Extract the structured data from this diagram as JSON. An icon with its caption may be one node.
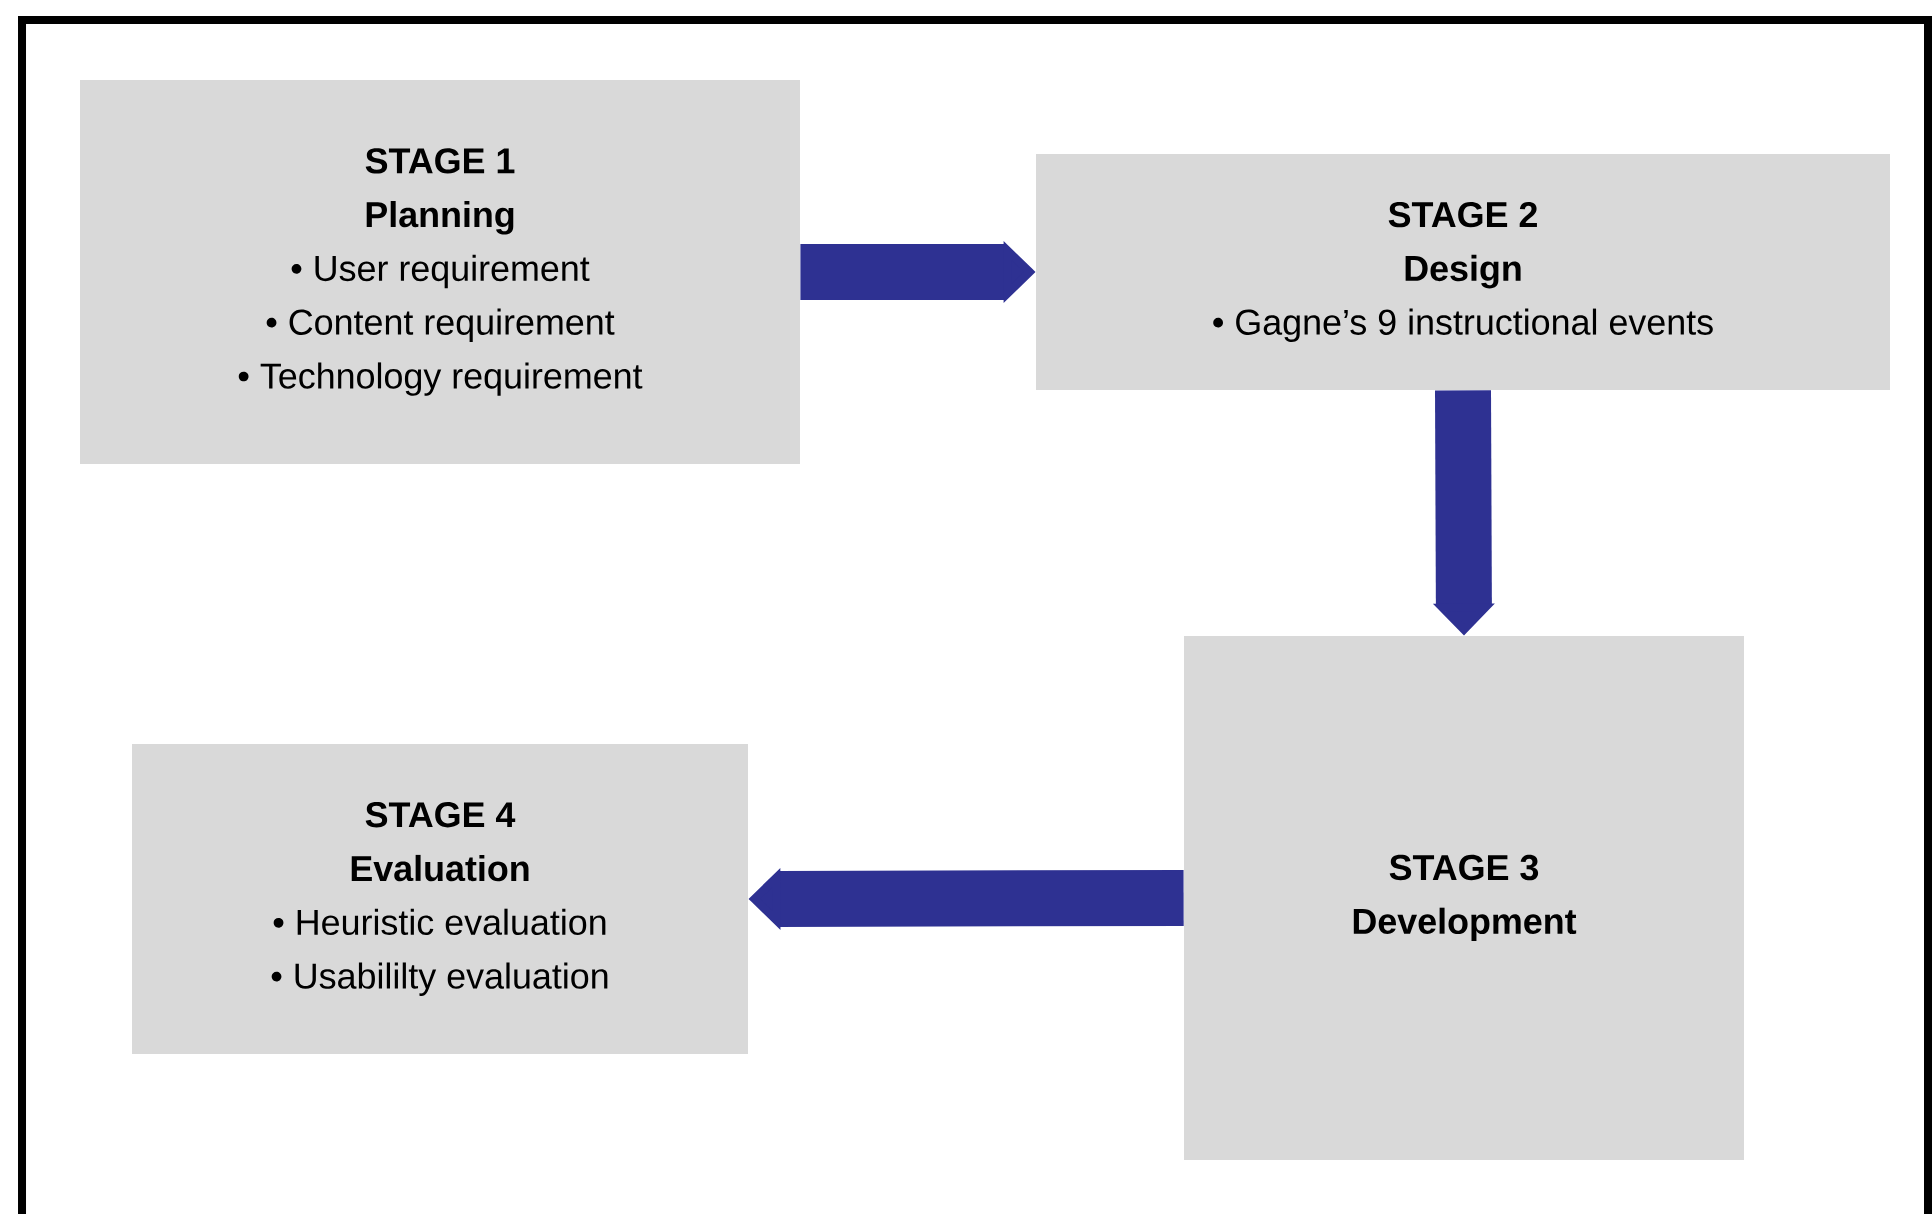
{
  "diagram": {
    "nodes": [
      {
        "text": [
          "STAGE 1",
          "Planning",
          "•   User requirement",
          "•   Content requirement",
          "•   Technology requirement"
        ]
      },
      {
        "text": [
          "STAGE 2",
          "Design",
          "•   Gagne’s 9 instructional events"
        ]
      },
      {
        "text": [
          "STAGE 3",
          "Development"
        ]
      },
      {
        "text": [
          "STAGE 4",
          "Evaluation",
          "•   Heuristic evaluation",
          "•   Usabililty evaluation"
        ]
      }
    ],
    "edges": [
      {
        "from": 0,
        "to": 1,
        "arrow": "to"
      },
      {
        "from": 1,
        "to": 2,
        "arrow": "to"
      },
      {
        "from": 2,
        "to": 3,
        "arrow": "to"
      }
    ]
  }
}
